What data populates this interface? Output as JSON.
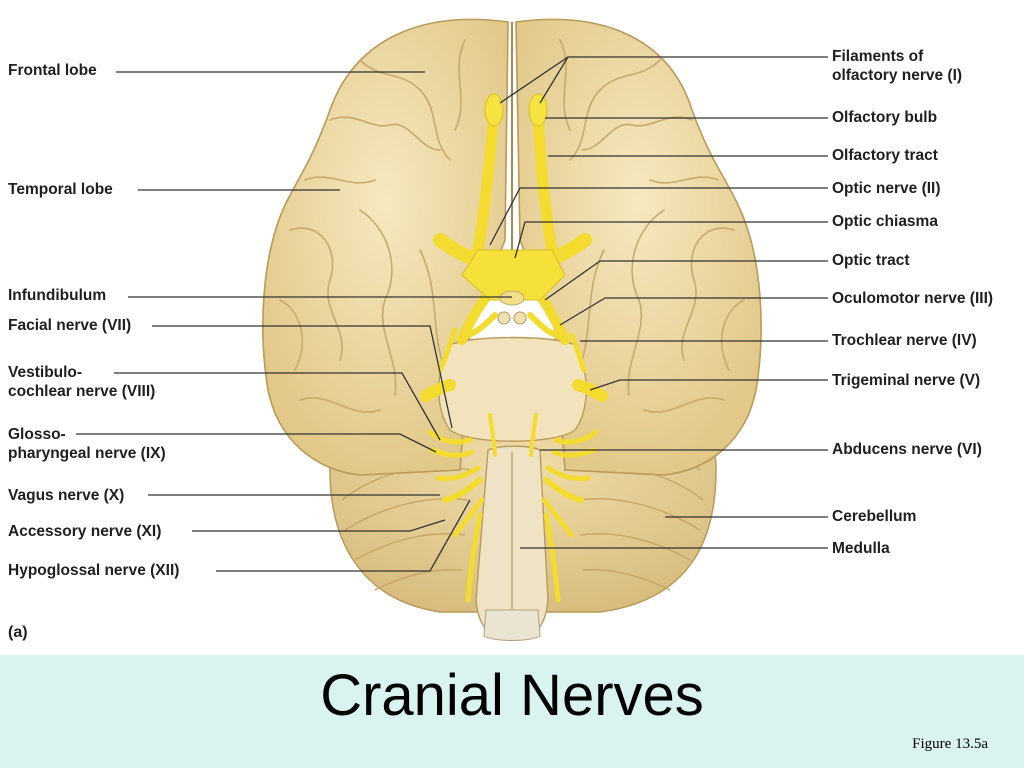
{
  "labels": {
    "frontal_lobe": "Frontal lobe",
    "temporal_lobe": "Temporal lobe",
    "infundibulum": "Infundibulum",
    "facial_nerve": "Facial nerve (VII)",
    "vestibulocochlear_nerve": "Vestibulo-\ncochlear nerve (VIII)",
    "glossopharyngeal_nerve": "Glosso-\npharyngeal nerve (IX)",
    "vagus_nerve": "Vagus nerve (X)",
    "accessory_nerve": "Accessory nerve (XI)",
    "hypoglossal_nerve": "Hypoglossal nerve (XII)",
    "filaments_olfactory": "Filaments of\nolfactory nerve (I)",
    "olfactory_bulb": "Olfactory bulb",
    "olfactory_tract": "Olfactory tract",
    "optic_nerve": "Optic nerve (II)",
    "optic_chiasma": "Optic chiasma",
    "optic_tract": "Optic tract",
    "oculomotor_nerve": "Oculomotor nerve (III)",
    "trochlear_nerve": "Trochlear nerve (IV)",
    "trigeminal_nerve": "Trigeminal nerve (V)",
    "abducens_nerve": "Abducens nerve (VI)",
    "cerebellum": "Cerebellum",
    "medulla": "Medulla"
  },
  "panel_letter": "(a)",
  "title": "Cranial Nerves",
  "figure_ref": "Figure 13.5a",
  "colors": {
    "brain_fill": "#edd9a3",
    "brain_shade": "#d4b676",
    "nerve_yellow": "#f6e13a",
    "leader_line": "#333333",
    "title_band": "#d9f3f0"
  }
}
